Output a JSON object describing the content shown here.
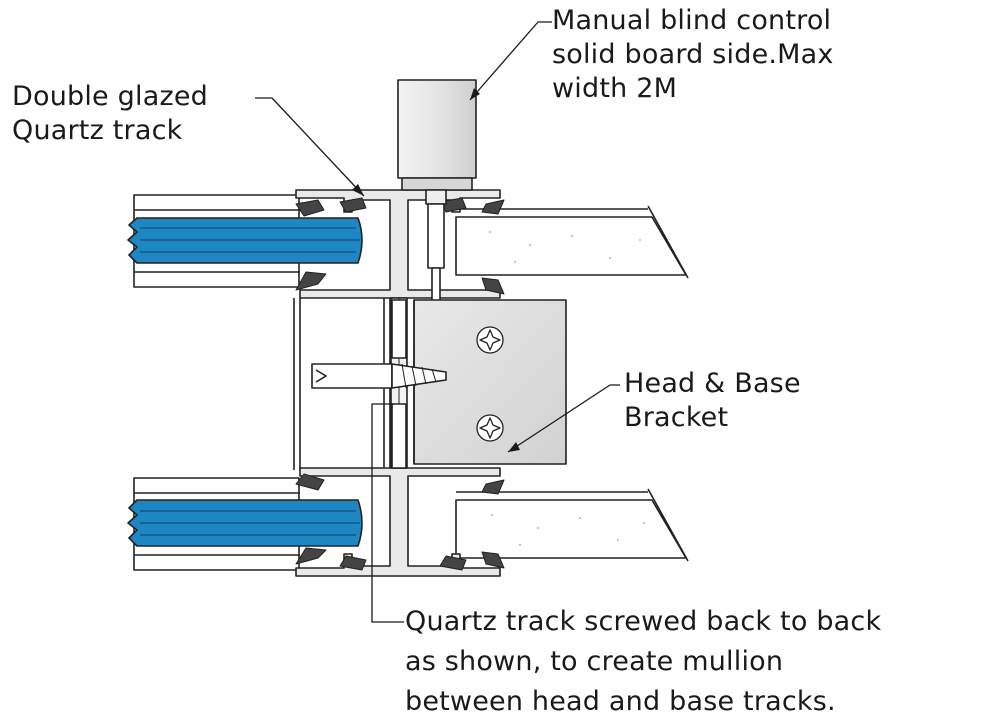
{
  "labels": {
    "blind_control": [
      "Manual blind control",
      "solid board side.Max",
      "width 2M"
    ],
    "double_glazed": [
      "Double glazed",
      "Quartz track"
    ],
    "bracket": [
      "Head & Base",
      "Bracket"
    ],
    "mullion": [
      "Quartz track screwed back to back",
      "as shown, to create mullion",
      "between head and base tracks."
    ]
  },
  "colors": {
    "glass": "#1f86c4",
    "frame": "#e9e9e9",
    "bracket": "#dcdcdc",
    "blind_motor": "#e6e6e6",
    "board": "#ffffff",
    "line": "#222222"
  }
}
